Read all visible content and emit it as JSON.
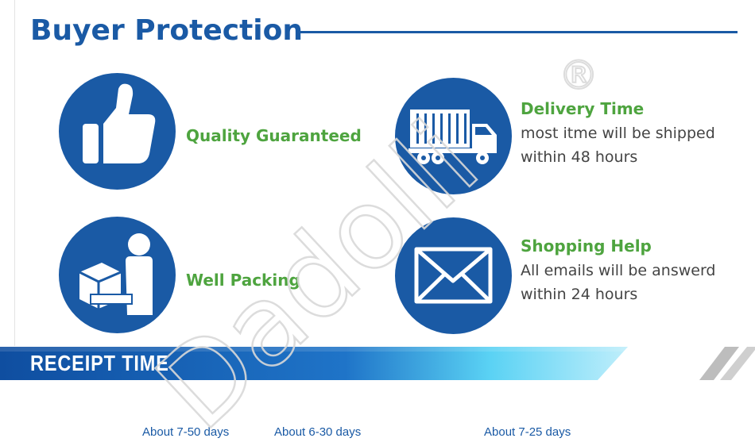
{
  "header": {
    "title": "Buyer Protection"
  },
  "features": [
    {
      "icon": "thumbs-up-icon",
      "title": "Quality Guaranteed",
      "lines": []
    },
    {
      "icon": "delivery-truck-icon",
      "title": "Delivery Time",
      "lines": [
        "most itme will be shipped",
        " within 48 hours"
      ]
    },
    {
      "icon": "person-carrying-box-icon",
      "title": "Well Packing",
      "lines": []
    },
    {
      "icon": "envelope-icon",
      "title": "Shopping Help",
      "lines": [
        "All emails will be answerd",
        "within 24 hours"
      ]
    }
  ],
  "banner": {
    "title": "RECEIPT TIME"
  },
  "receipt_times": [
    "About 7-50 days",
    "About 6-30 days",
    "About 7-25 days"
  ],
  "watermark": {
    "text": "Dadolli",
    "mark": "®"
  },
  "colors": {
    "brand_blue": "#1a5aa5",
    "accent_green": "#4ea43f",
    "body_text": "#444444",
    "banner_cyan": "#5ad2f4"
  }
}
